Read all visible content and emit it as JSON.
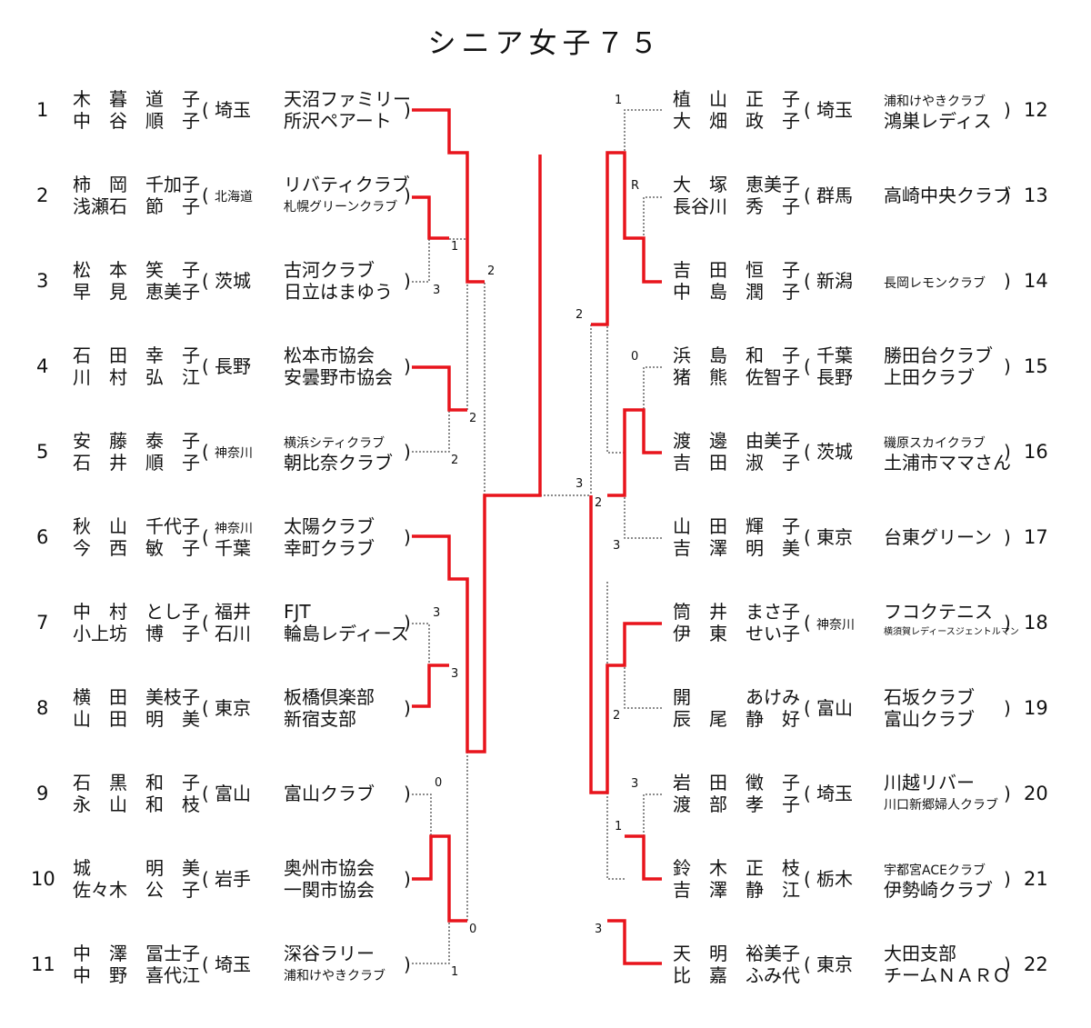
{
  "title": "シニア女子７５",
  "left_pairs": [
    {
      "seed": "1",
      "p1": "木　暮　道　子",
      "p2": "中　谷　順　子",
      "pref1": "埼玉",
      "pref2": "",
      "club1": "天沼ファミリー",
      "club2": "所沢ペアート"
    },
    {
      "seed": "2",
      "p1": "柿　岡　千加子",
      "p2": "浅瀬石　節　子",
      "pref1": "北海道",
      "pref2": "",
      "club1": "リバティクラブ",
      "club2": "札幌グリーンクラブ"
    },
    {
      "seed": "3",
      "p1": "松　本　笑　子",
      "p2": "早　見　恵美子",
      "pref1": "茨城",
      "pref2": "",
      "club1": "古河クラブ",
      "club2": "日立はまゆう"
    },
    {
      "seed": "4",
      "p1": "石　田　幸　子",
      "p2": "川　村　弘　江",
      "pref1": "長野",
      "pref2": "",
      "club1": "松本市協会",
      "club2": "安曇野市協会"
    },
    {
      "seed": "5",
      "p1": "安　藤　泰　子",
      "p2": "石　井　順　子",
      "pref1": "神奈川",
      "pref2": "",
      "club1": "横浜シティクラブ",
      "club2": "朝比奈クラブ"
    },
    {
      "seed": "6",
      "p1": "秋　山　千代子",
      "p2": "今　西　敏　子",
      "pref1": "神奈川",
      "pref2": "千葉",
      "club1": "太陽クラブ",
      "club2": "幸町クラブ"
    },
    {
      "seed": "7",
      "p1": "中　村　とし子",
      "p2": "小上坊　博　子",
      "pref1": "福井",
      "pref2": "石川",
      "club1": "FJT",
      "club2": "輪島レディース"
    },
    {
      "seed": "8",
      "p1": "横　田　美枝子",
      "p2": "山　田　明　美",
      "pref1": "東京",
      "pref2": "",
      "club1": "板橋倶楽部",
      "club2": "新宿支部"
    },
    {
      "seed": "9",
      "p1": "石　黒　和　子",
      "p2": "永　山　和　枝",
      "pref1": "富山",
      "pref2": "",
      "club1": "富山クラブ",
      "club2": ""
    },
    {
      "seed": "10",
      "p1": "城　　　明　美",
      "p2": "佐々木　公　子",
      "pref1": "岩手",
      "pref2": "",
      "club1": "奥州市協会",
      "club2": "一関市協会"
    },
    {
      "seed": "11",
      "p1": "中　澤　冨士子",
      "p2": "中　野　喜代江",
      "pref1": "埼玉",
      "pref2": "",
      "club1": "深谷ラリー",
      "club2": "浦和けやきクラブ"
    }
  ],
  "right_pairs": [
    {
      "seed": "12",
      "p1": "植　山　正　子",
      "p2": "大　畑　政　子",
      "pref1": "埼玉",
      "pref2": "",
      "club1": "浦和けやきクラブ",
      "club2": "鴻巣レディス"
    },
    {
      "seed": "13",
      "p1": "大　塚　恵美子",
      "p2": "長谷川　秀　子",
      "pref1": "群馬",
      "pref2": "",
      "club1": "高崎中央クラブ",
      "club2": ""
    },
    {
      "seed": "14",
      "p1": "吉　田　恒　子",
      "p2": "中　島　潤　子",
      "pref1": "新潟",
      "pref2": "",
      "club1": "長岡レモンクラブ",
      "club2": ""
    },
    {
      "seed": "15",
      "p1": "浜　島　和　子",
      "p2": "猪　熊　佐智子",
      "pref1": "千葉",
      "pref2": "長野",
      "club1": "勝田台クラブ",
      "club2": "上田クラブ"
    },
    {
      "seed": "16",
      "p1": "渡　邊　由美子",
      "p2": "吉　田　淑　子",
      "pref1": "茨城",
      "pref2": "",
      "club1": "磯原スカイクラブ",
      "club2": "土浦市ママさん"
    },
    {
      "seed": "17",
      "p1": "山　田　輝　子",
      "p2": "吉　澤　明　美",
      "pref1": "東京",
      "pref2": "",
      "club1": "台東グリーン",
      "club2": ""
    },
    {
      "seed": "18",
      "p1": "筒　井　まさ子",
      "p2": "伊　東　せい子",
      "pref1": "神奈川",
      "pref2": "",
      "club1": "フコクテニス",
      "club2": "横須賀レディースジェントルマン"
    },
    {
      "seed": "19",
      "p1": "開　　　あけみ",
      "p2": "辰　尾　静　好",
      "pref1": "富山",
      "pref2": "",
      "club1": "石坂クラブ",
      "club2": "富山クラブ"
    },
    {
      "seed": "20",
      "p1": "岩　田　徵　子",
      "p2": "渡　部　孝　子",
      "pref1": "埼玉",
      "pref2": "",
      "club1": "川越リバー",
      "club2": "川口新郷婦人クラブ"
    },
    {
      "seed": "21",
      "p1": "鈴　木　正　枝",
      "p2": "吉　澤　静　江",
      "pref1": "栃木",
      "pref2": "",
      "club1": "宇都宮ACEクラブ",
      "club2": "伊勢崎クラブ"
    },
    {
      "seed": "22",
      "p1": "天　明　裕美子",
      "p2": "比　嘉　ふみ代",
      "pref1": "東京",
      "pref2": "",
      "club1": "大田支部",
      "club2": "チームＮＡＲＯ"
    }
  ],
  "scores": {
    "l_1": "1",
    "l_2": "3",
    "l_3": "2",
    "l_4": "2",
    "l_5": "2",
    "l_6": "3",
    "l_7": "3",
    "l_8": "0",
    "l_9": "0",
    "l_10": "1",
    "r_1": "1",
    "r_2": "R",
    "r_3": "2",
    "r_4": "0",
    "r_5": "2",
    "r_6": "3",
    "r_7": "3",
    "r_8": "2",
    "r_9": "3",
    "r_10": "1",
    "r_11": "3"
  },
  "colors": {
    "win_line": "#e8141c",
    "lose_line": "#555555"
  }
}
